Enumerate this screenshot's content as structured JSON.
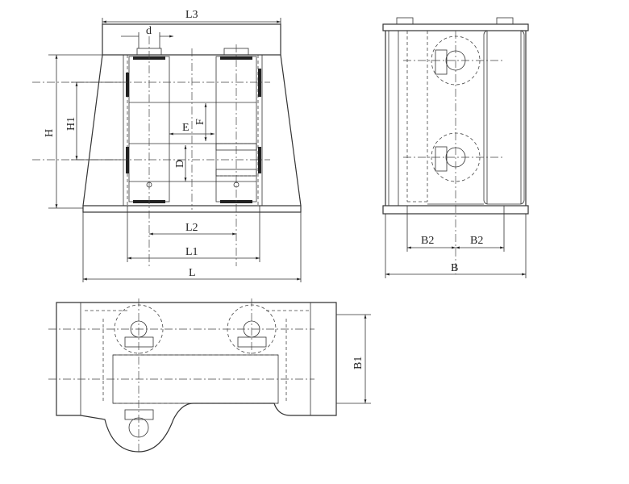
{
  "labels": {
    "L3": "L3",
    "d": "d",
    "H": "H",
    "H1": "H1",
    "E": "E",
    "F": "F",
    "D": "D",
    "L2": "L2",
    "L1": "L1",
    "L": "L",
    "B2_left": "B2",
    "B2_right": "B2",
    "B": "B",
    "B1": "B1"
  }
}
